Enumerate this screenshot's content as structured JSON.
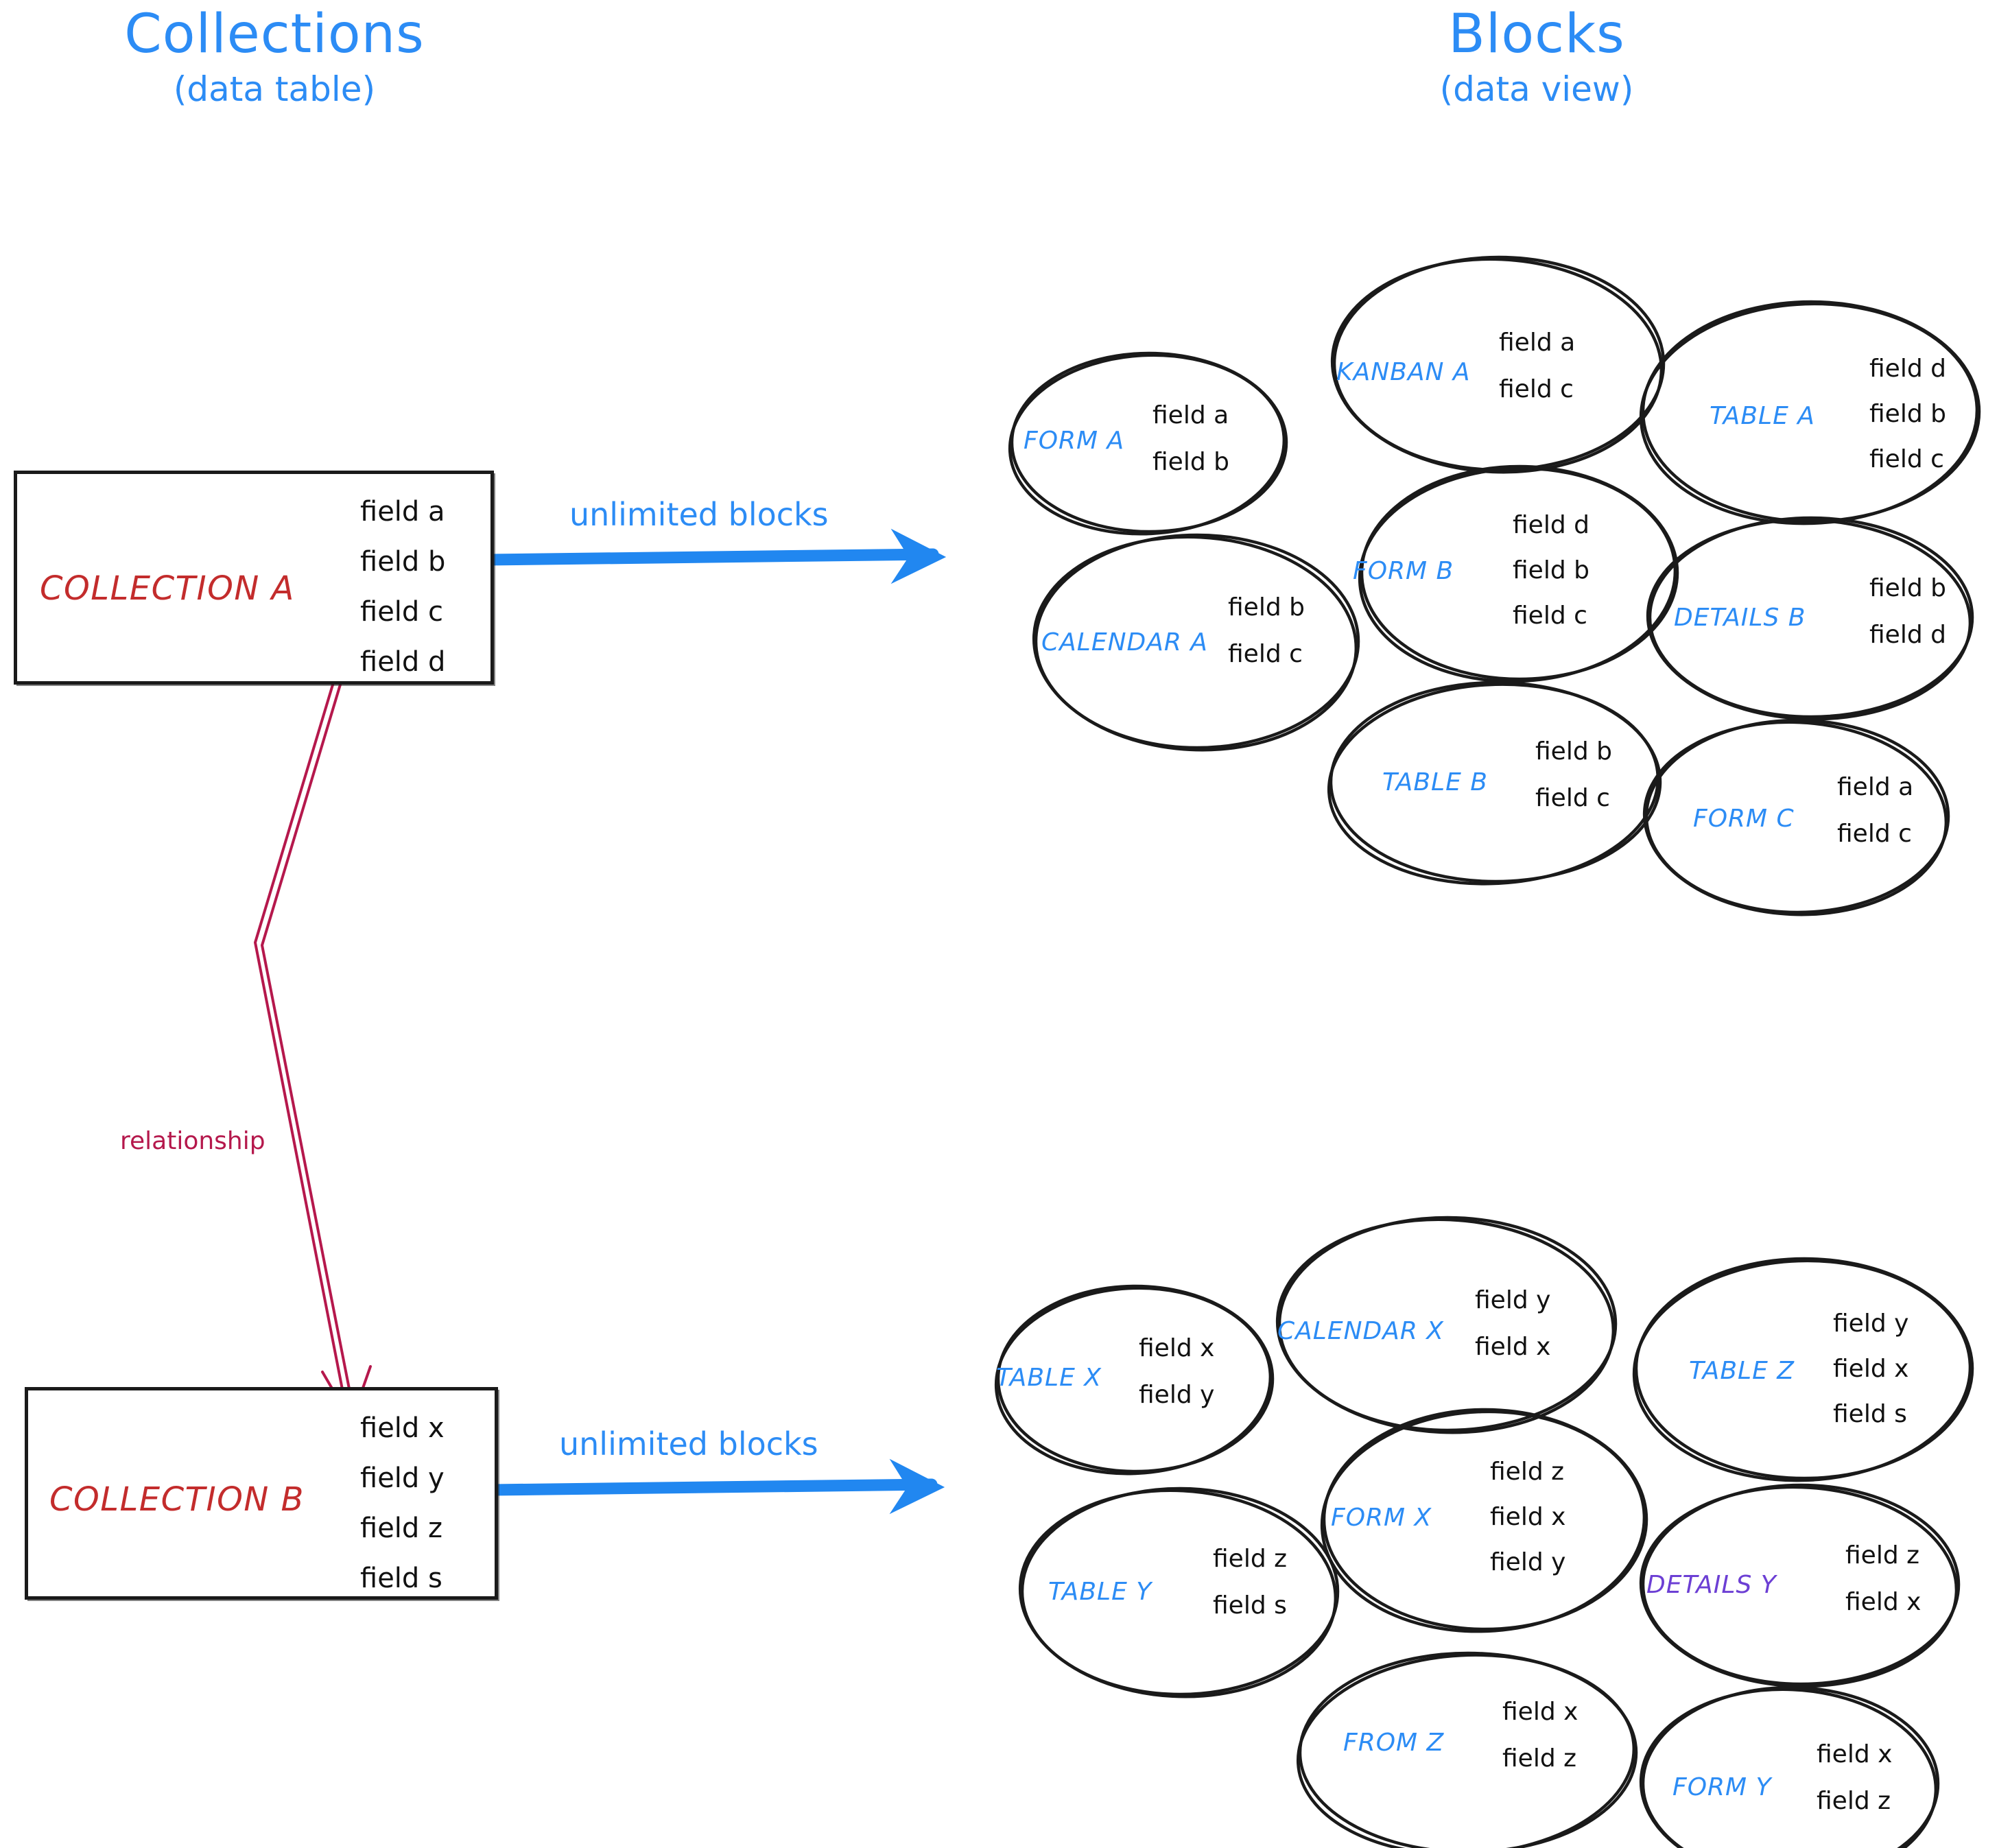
{
  "headers": {
    "left": {
      "title": "Collections",
      "subtitle": "(data table)"
    },
    "right": {
      "title": "Blocks",
      "subtitle": "(data view)"
    }
  },
  "colors": {
    "accent_blue": "#2c8cf5",
    "collection_red": "#c32c2c",
    "relationship_crimson": "#b5184c",
    "details_purple": "#6c3fd4",
    "stroke_black": "#1a1a1a"
  },
  "collections": [
    {
      "name": "COLLECTION A",
      "fields": [
        "field a",
        "field b",
        "field c",
        "field d"
      ]
    },
    {
      "name": "COLLECTION B",
      "fields": [
        "field x",
        "field y",
        "field z",
        "field s"
      ]
    }
  ],
  "arrows": {
    "top_label": "unlimited blocks",
    "bottom_label": "unlimited blocks",
    "relationship_label": "relationship"
  },
  "blocks_top": [
    {
      "name": "FORM A",
      "color": "#2c8cf5",
      "fields": [
        "field a",
        "field b"
      ]
    },
    {
      "name": "KANBAN A",
      "color": "#2c8cf5",
      "fields": [
        "field a",
        "field c"
      ]
    },
    {
      "name": "TABLE A",
      "color": "#2c8cf5",
      "fields": [
        "field d",
        "field b",
        "field c"
      ]
    },
    {
      "name": "CALENDAR A",
      "color": "#2c8cf5",
      "fields": [
        "field b",
        "field c"
      ]
    },
    {
      "name": "FORM B",
      "color": "#2c8cf5",
      "fields": [
        "field d",
        "field b",
        "field c"
      ]
    },
    {
      "name": "DETAILS B",
      "color": "#2c8cf5",
      "fields": [
        "field b",
        "field d"
      ]
    },
    {
      "name": "TABLE B",
      "color": "#2c8cf5",
      "fields": [
        "field b",
        "field c"
      ]
    },
    {
      "name": "FORM C",
      "color": "#2c8cf5",
      "fields": [
        "field a",
        "field c"
      ]
    }
  ],
  "blocks_bottom": [
    {
      "name": "TABLE X",
      "color": "#2c8cf5",
      "fields": [
        "field x",
        "field y"
      ]
    },
    {
      "name": "CALENDAR X",
      "color": "#2c8cf5",
      "fields": [
        "field y",
        "field x"
      ]
    },
    {
      "name": "TABLE Z",
      "color": "#2c8cf5",
      "fields": [
        "field y",
        "field x",
        "field s"
      ]
    },
    {
      "name": "TABLE Y",
      "color": "#2c8cf5",
      "fields": [
        "field z",
        "field s"
      ]
    },
    {
      "name": "FORM X",
      "color": "#2c8cf5",
      "fields": [
        "field z",
        "field x",
        "field y"
      ]
    },
    {
      "name": "DETAILS Y",
      "color": "#6c3fd4",
      "fields": [
        "field z",
        "field x"
      ]
    },
    {
      "name": "FROM Z",
      "color": "#2c8cf5",
      "fields": [
        "field x",
        "field z"
      ]
    },
    {
      "name": "FORM Y",
      "color": "#2c8cf5",
      "fields": [
        "field x",
        "field z"
      ]
    }
  ]
}
